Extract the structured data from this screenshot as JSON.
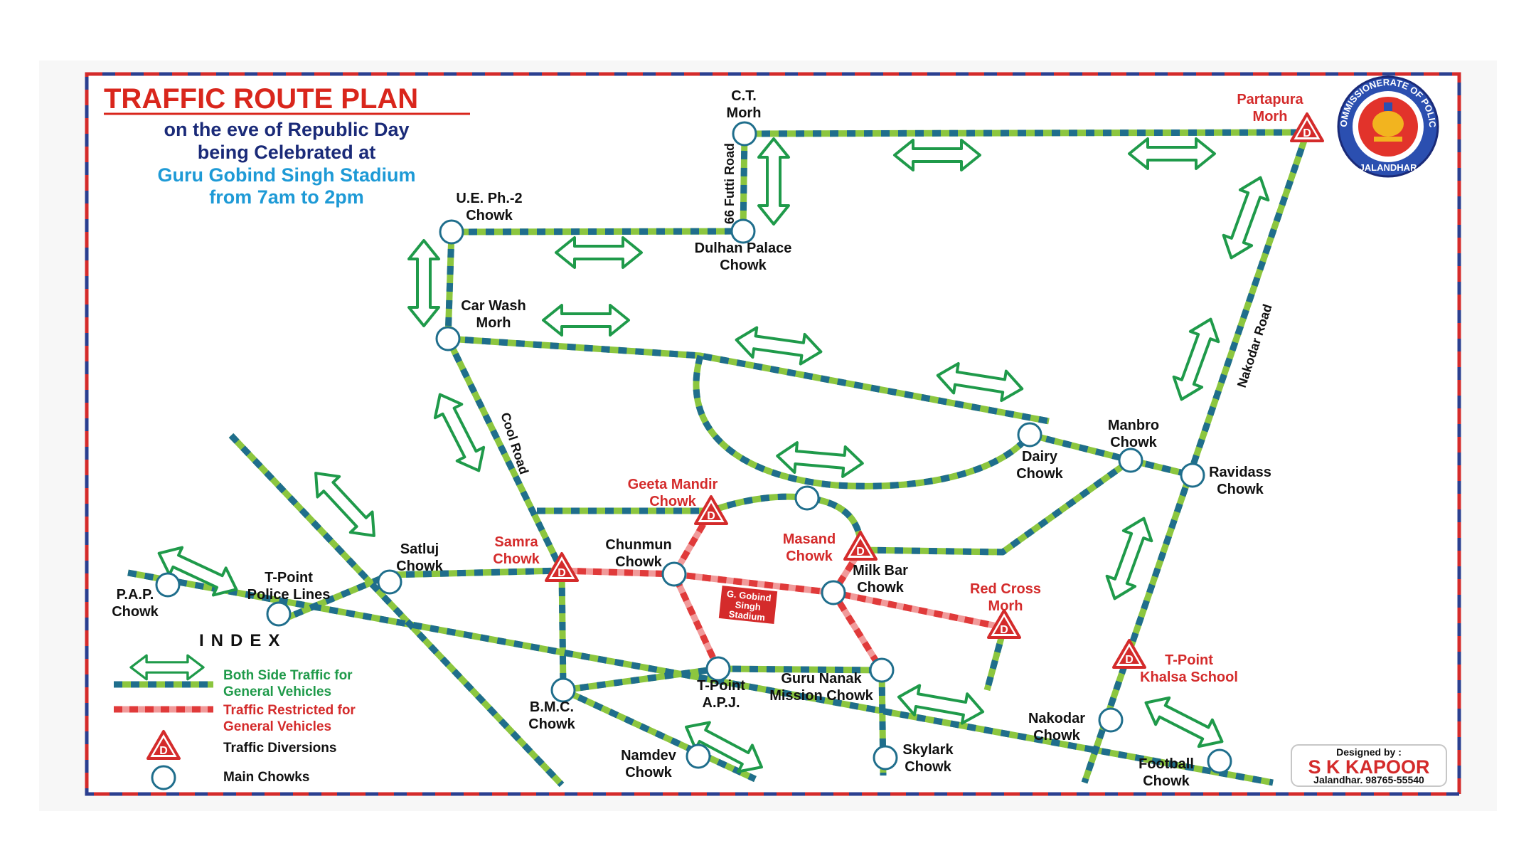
{
  "title": "TRAFFIC ROUTE PLAN",
  "subtitle": {
    "line1": "on the eve of Republic Day",
    "line2": "being Celebrated at",
    "line3": "Guru Gobind Singh Stadium",
    "line4": "from 7am to 2pm"
  },
  "seal": {
    "text": "COMMISSIONERATE OF POLICE",
    "city": "JALANDHAR"
  },
  "roads": {
    "futti": "66 Futti Road",
    "cool": "Cool Road",
    "nakodar": "Nakodar Road"
  },
  "places": {
    "ct_morh": [
      "C.T.",
      "Morh"
    ],
    "partapura": [
      "Partapura",
      "Morh"
    ],
    "ue_ph2": [
      "U.E. Ph.-2",
      "Chowk"
    ],
    "dulhan_palace": [
      "Dulhan Palace",
      "Chowk"
    ],
    "car_wash": [
      "Car Wash",
      "Morh"
    ],
    "manbro": [
      "Manbro",
      "Chowk"
    ],
    "dairy": [
      "Dairy",
      "Chowk"
    ],
    "ravidass": [
      "Ravidass",
      "Chowk"
    ],
    "geeta_mandir": [
      "Geeta Mandir",
      "Chowk"
    ],
    "masand": [
      "Masand",
      "Chowk"
    ],
    "satluj": [
      "Satluj",
      "Chowk"
    ],
    "samra": [
      "Samra",
      "Chowk"
    ],
    "chunmun": [
      "Chunmun",
      "Chowk"
    ],
    "milk_bar": [
      "Milk Bar",
      "Chowk"
    ],
    "red_cross": [
      "Red Cross",
      "Morh"
    ],
    "tpoint_police": [
      "T-Point",
      "Police Lines"
    ],
    "pap": [
      "P.A.P.",
      "Chowk"
    ],
    "tpoint_khalsa": [
      "T-Point",
      "Khalsa School"
    ],
    "tpoint_apj": [
      "T-Point",
      "A.P.J."
    ],
    "guru_nanak": [
      "Guru Nanak",
      "Mission Chowk"
    ],
    "bmc": [
      "B.M.C.",
      "Chowk"
    ],
    "nakodar_chowk": [
      "Nakodar",
      "Chowk"
    ],
    "skylark": [
      "Skylark",
      "Chowk"
    ],
    "namdev": [
      "Namdev",
      "Chowk"
    ],
    "football": [
      "Football",
      "Chowk"
    ]
  },
  "stadium": [
    "G. Gobind",
    "Singh",
    "Stadium"
  ],
  "diversion_mark": "D",
  "index": {
    "heading": "INDEX",
    "both_side": [
      "Both Side Traffic for",
      "General Vehicles"
    ],
    "restricted": [
      "Traffic Restricted for",
      "General Vehicles"
    ],
    "diversions": "Traffic Diversions",
    "main_chowks": "Main Chowks"
  },
  "credit": {
    "designed_by": "Designed by :",
    "name": "S K KAPOOR",
    "contact": "Jalandhar. 98765-55540"
  },
  "colors": {
    "frame_red": "#d42b2b",
    "frame_blue": "#2b3f8f",
    "road_green": "#8cc63f",
    "road_dark": "#1f6e8c",
    "road_red": "#e03a3a",
    "arrow_green": "#1f9a4a",
    "title_red": "#d9261c",
    "navy": "#1a2a78",
    "sky": "#1e9ad6"
  }
}
